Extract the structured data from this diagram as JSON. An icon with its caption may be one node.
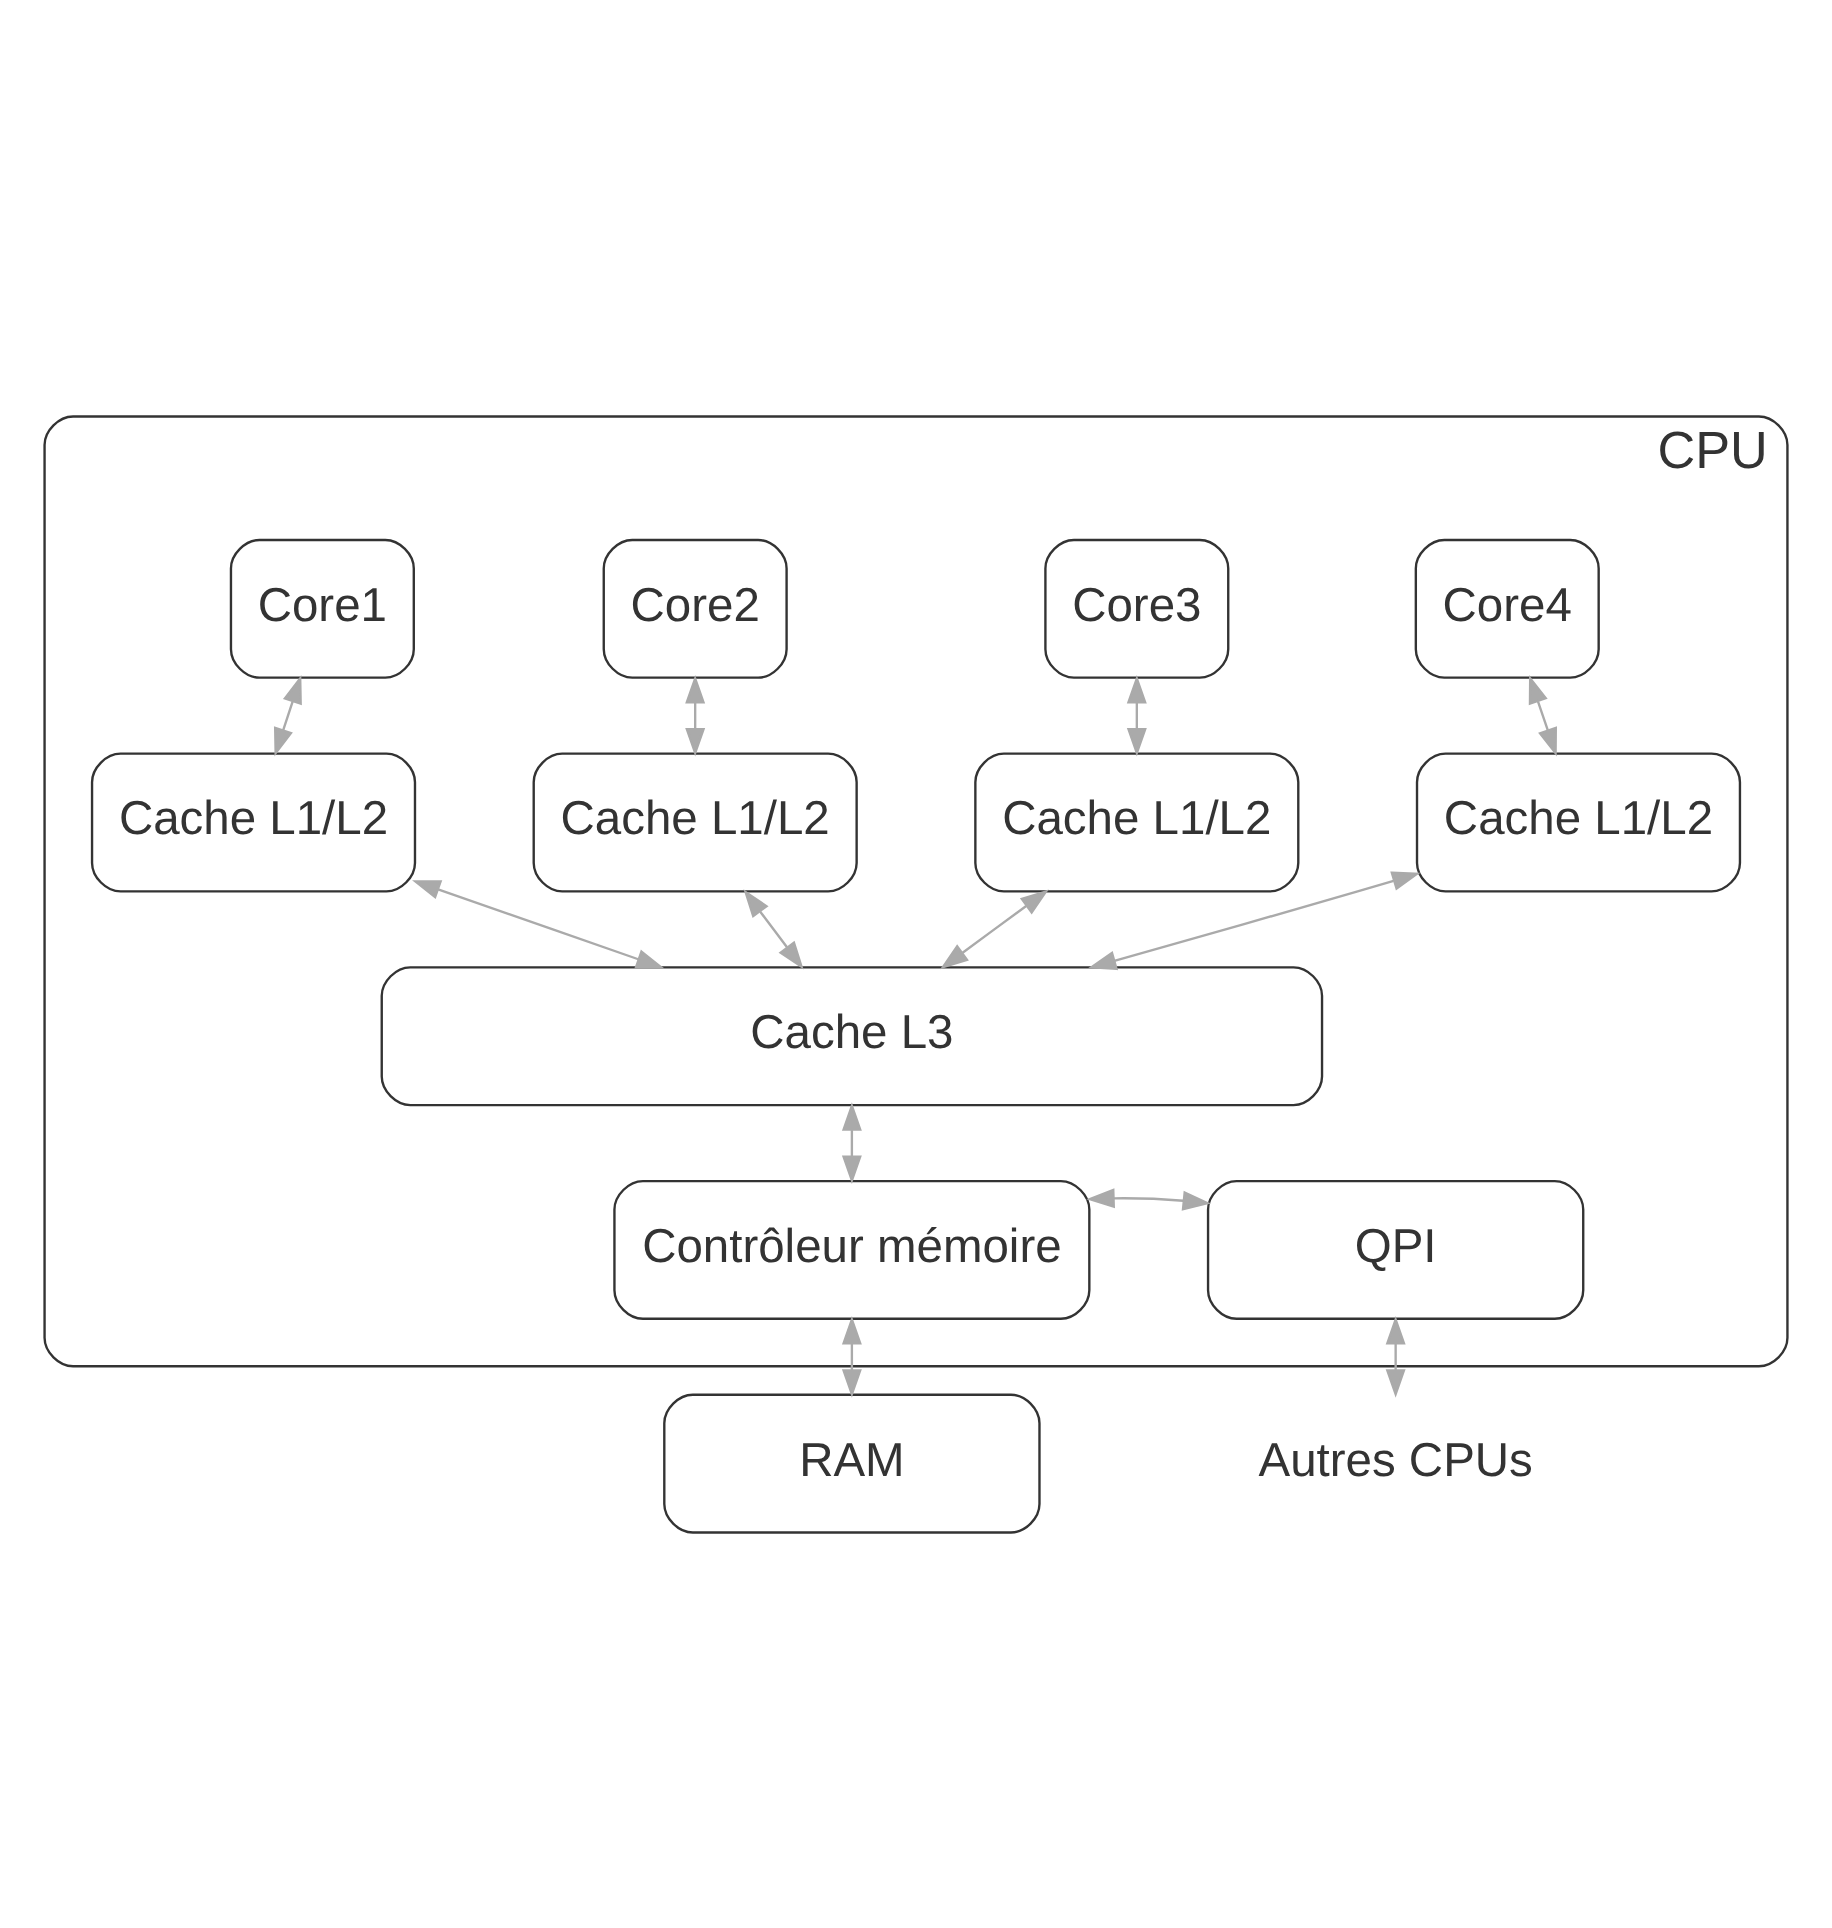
{
  "diagram": {
    "nodes": [
      {
        "text": [
          "CPU"
        ]
      },
      {
        "text": [
          "Core1"
        ],
        "in": 0
      },
      {
        "text": [
          "Core2"
        ],
        "in": 0
      },
      {
        "text": [
          "Core3"
        ],
        "in": 0
      },
      {
        "text": [
          "Core4"
        ],
        "in": 0
      },
      {
        "text": [
          "Cache L1/L2"
        ],
        "in": 0
      },
      {
        "text": [
          "Cache L1/L2"
        ],
        "in": 0
      },
      {
        "text": [
          "Cache L1/L2"
        ],
        "in": 0
      },
      {
        "text": [
          "Cache L1/L2"
        ],
        "in": 0
      },
      {
        "text": [
          "Cache L3"
        ],
        "in": 0
      },
      {
        "text": [
          "Contrôleur mémoire"
        ],
        "in": 0
      },
      {
        "text": [
          "QPI"
        ],
        "in": 0
      },
      {
        "text": [
          "RAM"
        ]
      },
      {
        "text": [
          "Autres CPUs"
        ]
      }
    ],
    "edges": [
      {
        "from": 1,
        "to": 5,
        "arrow": "both"
      },
      {
        "from": 2,
        "to": 6,
        "arrow": "both"
      },
      {
        "from": 3,
        "to": 7,
        "arrow": "both"
      },
      {
        "from": 4,
        "to": 8,
        "arrow": "both"
      },
      {
        "from": 9,
        "to": 5,
        "arrow": "both"
      },
      {
        "from": 9,
        "to": 6,
        "arrow": "both"
      },
      {
        "from": 9,
        "to": 7,
        "arrow": "both"
      },
      {
        "from": 9,
        "to": 8,
        "arrow": "both"
      },
      {
        "from": 9,
        "to": 10,
        "arrow": "both"
      },
      {
        "from": 10,
        "to": 11,
        "arrow": "both"
      },
      {
        "from": 10,
        "to": 12,
        "arrow": "both"
      },
      {
        "from": 11,
        "to": 13,
        "arrow": "both"
      }
    ]
  }
}
